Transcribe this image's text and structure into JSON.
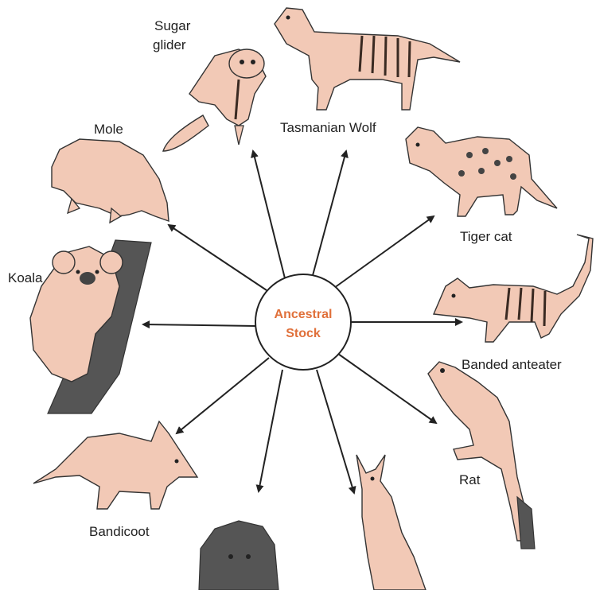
{
  "center": {
    "line1": "Ancestral",
    "line2": "Stock"
  },
  "animals": {
    "sugar_glider": {
      "line1": "Sugar",
      "line2": "glider"
    },
    "tasmanian_wolf": "Tasmanian Wolf",
    "tiger_cat": "Tiger cat",
    "banded_anteater": "Banded anteater",
    "rat": "Rat",
    "bandicoot": "Bandicoot",
    "mole": "Mole",
    "koala": "Koala"
  },
  "colors": {
    "animal_fill": "#f2c9b6",
    "center_text": "#e0703a",
    "line": "#222222"
  }
}
